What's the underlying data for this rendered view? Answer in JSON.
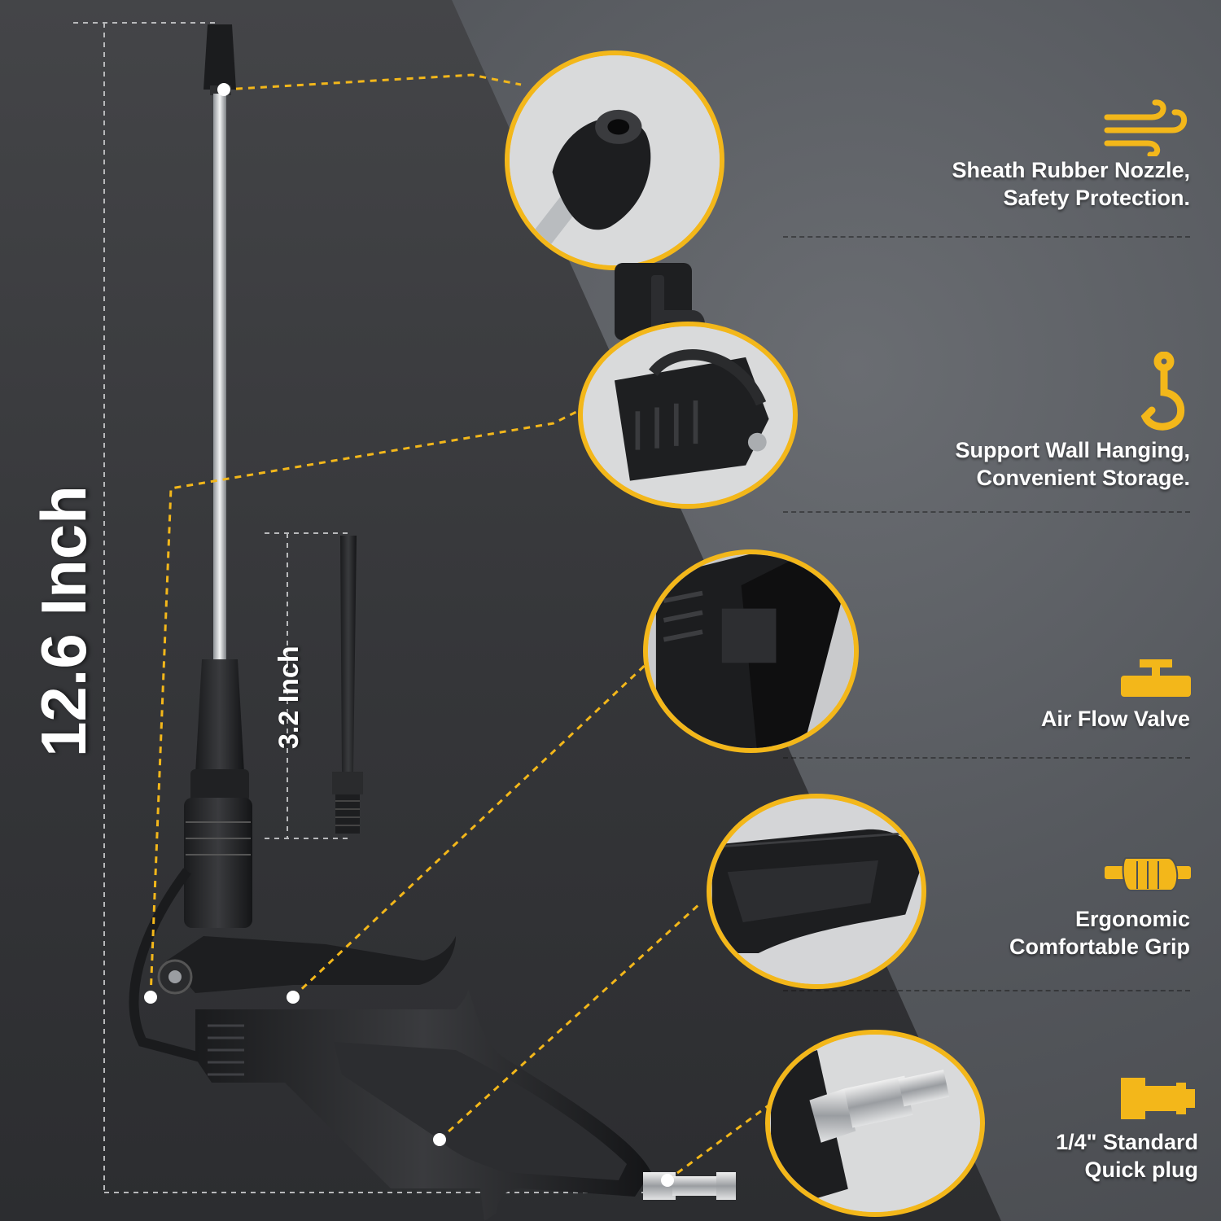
{
  "dimensions": {
    "overall_length": "12.6 Inch",
    "nozzle_length": "3.2 Inch"
  },
  "features": [
    {
      "icon": "wind-icon",
      "line1": "Sheath Rubber Nozzle,",
      "line2": "Safety Protection."
    },
    {
      "icon": "hook-icon",
      "line1": "Support Wall Hanging,",
      "line2": "Convenient Storage."
    },
    {
      "icon": "valve-icon",
      "line1": "Air Flow Valve",
      "line2": ""
    },
    {
      "icon": "hand-grip-icon",
      "line1": "Ergonomic",
      "line2": "Comfortable Grip"
    },
    {
      "icon": "quick-plug-icon",
      "line1": "1/4\" Standard",
      "line2": "Quick plug"
    }
  ],
  "colors": {
    "accent": "#f3b71a",
    "text": "#ffffff",
    "background_dark": "#353639",
    "background_light": "#55585d"
  }
}
